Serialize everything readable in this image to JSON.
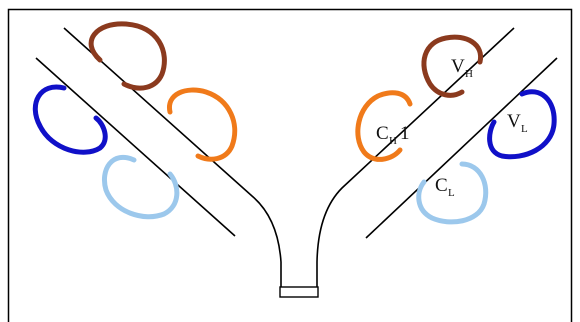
{
  "diagram": {
    "labels": {
      "vh": {
        "main": "V",
        "sub": "H"
      },
      "vl": {
        "main": "V",
        "sub": "L"
      },
      "ch1": {
        "main": "C",
        "sub": "H",
        "suffix": "1"
      },
      "cl": {
        "main": "C",
        "sub": "L"
      }
    },
    "colors": {
      "brown": "#8b3a1e",
      "orange": "#f07a1a",
      "blue": "#1010c8",
      "light_blue": "#9cc8ec",
      "line": "#000000",
      "frame": "#000000"
    }
  }
}
